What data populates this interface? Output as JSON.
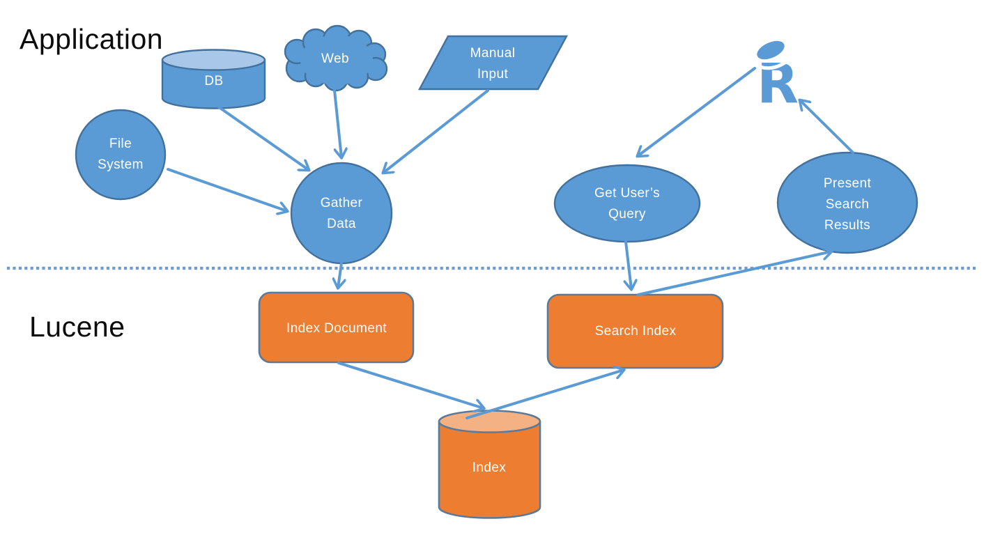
{
  "sections": {
    "application": {
      "label": "Application"
    },
    "lucene": {
      "label": "Lucene"
    }
  },
  "nodes": {
    "db": {
      "label": "DB",
      "shape": "cylinder"
    },
    "web": {
      "label": "Web",
      "shape": "cloud"
    },
    "manual_input": {
      "label": "Manual Input",
      "shape": "parallelogram"
    },
    "file_system": {
      "label": "File System",
      "shape": "circle"
    },
    "gather_data": {
      "label": "Gather Data",
      "shape": "circle"
    },
    "get_users_query": {
      "label": "Get User’s Query",
      "shape": "ellipse"
    },
    "present_search_results": {
      "label": "Present Search Results",
      "shape": "ellipse"
    },
    "user": {
      "label": "",
      "shape": "person-icon"
    },
    "index_document": {
      "label": "Index Document",
      "shape": "rounded-rect"
    },
    "search_index": {
      "label": "Search Index",
      "shape": "rounded-rect"
    },
    "index": {
      "label": "Index",
      "shape": "cylinder"
    }
  },
  "edges": [
    {
      "from": "DB",
      "to": "Gather Data"
    },
    {
      "from": "Web",
      "to": "Gather Data"
    },
    {
      "from": "Manual Input",
      "to": "Gather Data"
    },
    {
      "from": "File System",
      "to": "Gather Data"
    },
    {
      "from": "Gather Data",
      "to": "Index Document"
    },
    {
      "from": "User",
      "to": "Get User’s Query"
    },
    {
      "from": "Get User’s Query",
      "to": "Search Index"
    },
    {
      "from": "Search Index",
      "to": "Present Search Results"
    },
    {
      "from": "Present Search Results",
      "to": "User"
    },
    {
      "from": "Index Document",
      "to": "Index"
    },
    {
      "from": "Index",
      "to": "Search Index"
    }
  ],
  "divider": {
    "style": "dotted",
    "separates": [
      "Application",
      "Lucene"
    ]
  },
  "colors": {
    "blue_fill": "#5B9BD5",
    "blue_top_fill": "#A9C7E8",
    "blue_stroke": "#41719C",
    "orange_fill": "#ED7D31",
    "orange_top_fill": "#F4B183",
    "orange_stroke": "#5C7A98",
    "arrow": "#5B9BD5",
    "divider_dots": "#6B9BD2",
    "title_text": "#0C0C0C",
    "label_text": "#FFFFFF"
  }
}
